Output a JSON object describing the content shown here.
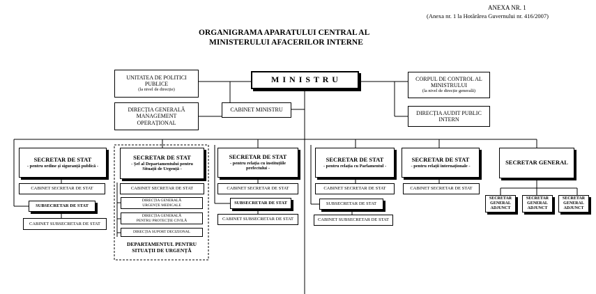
{
  "annex": {
    "title": "ANEXA NR. 1",
    "subtitle": "(Anexa nr. 1 la Hotărârea Guvernului nr. 416/2007)"
  },
  "heading": {
    "line1": "ORGANIGRAMA APARATULUI CENTRAL AL",
    "line2": "MINISTERULUI AFACERILOR INTERNE"
  },
  "ministru": "M I N I S T R U",
  "left_units": {
    "upp_l1": "UNITATEA DE POLITICI",
    "upp_l2": "PUBLICE",
    "upp_l3": "(la nivel de direcție)",
    "dgmo_l1": "DIRECȚIA GENERALĂ",
    "dgmo_l2": "MANAGEMENT",
    "dgmo_l3": "OPERAȚIONAL"
  },
  "cabinet_ministru": "CABINET MINISTRU",
  "right_units": {
    "ccm_l1": "CORPUL DE CONTROL AL",
    "ccm_l2": "MINISTRULUI",
    "ccm_l3": "(la nivel de direcție generală)",
    "dap_l1": "DIRECȚIA AUDIT PUBLIC",
    "dap_l2": "INTERN"
  },
  "secretaries": [
    {
      "title": "SECRETAR DE STAT",
      "subtitle": "- pentru ordine și siguranță publică -",
      "cabinet": "CABINET SECRETAR DE STAT",
      "subsecretar": "SUBSECRETAR DE STAT",
      "cabinet_sub": "CABINET SUBSECRETAR DE STAT"
    },
    {
      "title": "SECRETAR DE STAT",
      "subtitle_l1": "- Șef al Departamentului pentru",
      "subtitle_l2": "Situații de Urgență -",
      "cabinet": "CABINET SECRETAR DE STAT",
      "dir1_l1": "DIRECȚIA GENERALĂ",
      "dir1_l2": "URGENȚE MEDICALE",
      "dir2_l1": "DIRECȚIA GENERALĂ",
      "dir2_l2": "PENTRU PROTECȚIE CIVILĂ",
      "dir3": "DIRECȚIA SUPORT DECIZIONAL",
      "department_l1": "DEPARTAMENTUL PENTRU",
      "department_l2": "SITUAȚII DE URGENȚĂ"
    },
    {
      "title": "SECRETAR DE STAT",
      "subtitle_l1": "- pentru relația cu instituțiile",
      "subtitle_l2": "prefectului -",
      "cabinet": "CABINET SECRETAR DE STAT",
      "subsecretar": "SUBSECRETAR DE STAT",
      "cabinet_sub": "CABINET SUBSECRETAR DE STAT"
    },
    {
      "title": "SECRETAR DE STAT",
      "subtitle": "- pentru relația cu Parlamentul -",
      "cabinet": "CABINET SECRETAR DE STAT",
      "subsecretar": "SUBSECRETAR DE STAT",
      "cabinet_sub": "CABINET SUBSECRETAR DE STAT"
    },
    {
      "title": "SECRETAR DE STAT",
      "subtitle": "- pentru relații internaționale -",
      "cabinet": "CABINET SECRETAR DE STAT"
    }
  ],
  "secretar_general": "SECRETAR GENERAL",
  "adjuncti": [
    {
      "l1": "SECRETAR",
      "l2": "GENERAL",
      "l3": "ADJUNCT"
    },
    {
      "l1": "SECRETAR",
      "l2": "GENERAL",
      "l3": "ADJUNCT"
    },
    {
      "l1": "SECRETAR",
      "l2": "GENERAL",
      "l3": "ADJUNCT"
    }
  ]
}
